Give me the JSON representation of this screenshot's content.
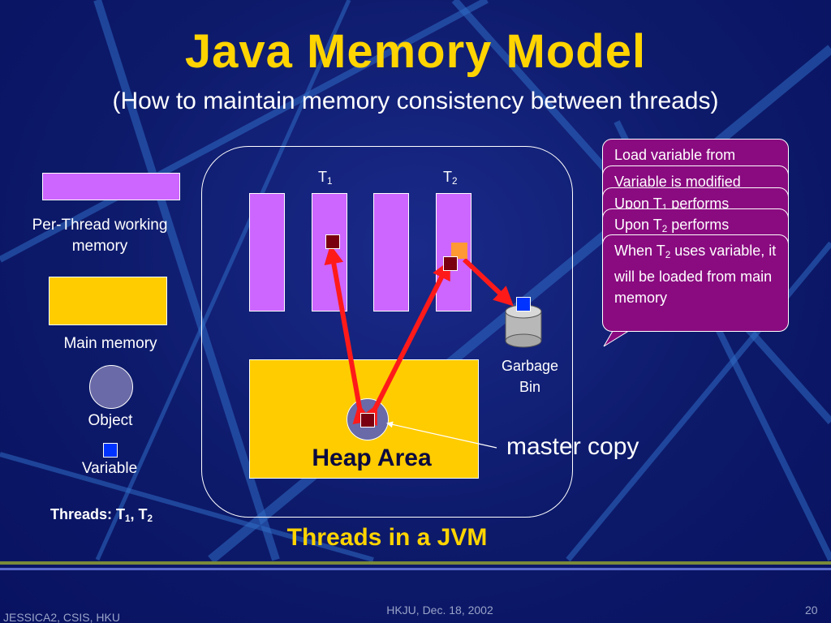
{
  "title": "Java Memory Model",
  "subtitle": "(How to maintain memory consistency between threads)",
  "legend": {
    "per_thread_label": "Per-Thread working memory",
    "main_memory_label": "Main memory",
    "object_label": "Object",
    "variable_label": "Variable",
    "threads_prefix": "Threads: T",
    "threads_sub1": "1",
    "threads_mid": ", T",
    "threads_sub2": "2"
  },
  "diagram": {
    "thread1_label": "T",
    "thread1_sub": "1",
    "thread2_label": "T",
    "thread2_sub": "2",
    "garbage_label": "Garbage Bin",
    "heap_label": "Heap Area",
    "master_copy_label": "master copy",
    "container_caption": "Threads in a JVM"
  },
  "callouts": [
    {
      "text": "Load variable from"
    },
    {
      "text": "Variable is modified"
    },
    {
      "text_pre": "Upon T",
      "sub": "1",
      "text_post": " performs"
    },
    {
      "text_pre": "Upon T",
      "sub": "2",
      "text_post": " performs"
    },
    {
      "text_pre": "When T",
      "sub": "2",
      "text_post": " uses variable, it will be loaded from main memory"
    }
  ],
  "footer": {
    "left": "JESSICA2, CSIS, HKU",
    "center": "HKJU, Dec. 18, 2002",
    "page": "20"
  },
  "colors": {
    "title": "#ffd400",
    "working_memory": "#cc66ff",
    "main_memory": "#ffcc00",
    "callout": "#8a0a80",
    "arrow": "#ff1a1a",
    "variable_blue": "#0033ff",
    "variable_dark": "#7a0010",
    "variable_orange": "#ff9933"
  }
}
